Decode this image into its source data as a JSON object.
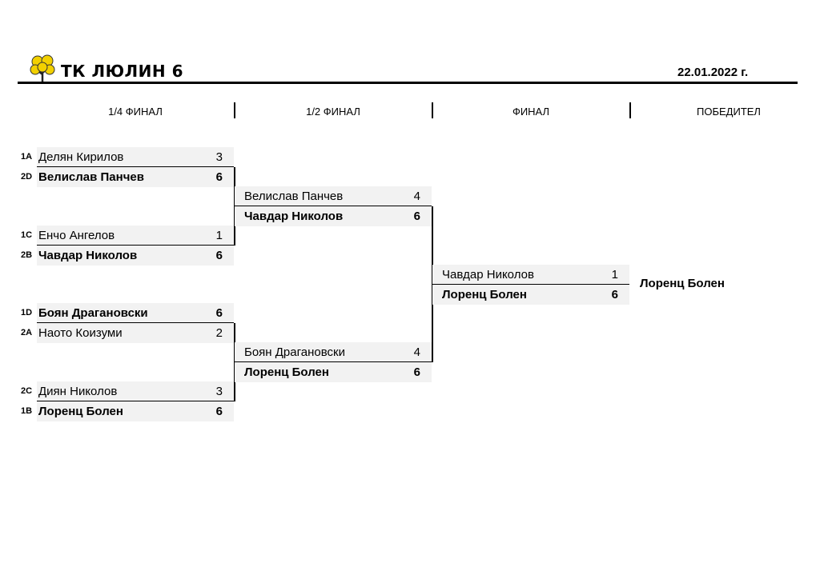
{
  "header": {
    "club_name": "ТК ЛЮЛИН 6",
    "date": "22.01.2022 г.",
    "logo_icon": "tree-logo-icon",
    "logo_color": "#f2d000"
  },
  "rounds": [
    "1/4 ФИНАЛ",
    "1/2 ФИНАЛ",
    "ФИНАЛ",
    "ПОБЕДИТЕЛ"
  ],
  "quarterfinals": [
    {
      "a": {
        "seed": "1A",
        "name": "Делян Кирилов",
        "score": "3"
      },
      "b": {
        "seed": "2D",
        "name": "Велислав Панчев",
        "score": "6"
      }
    },
    {
      "a": {
        "seed": "1C",
        "name": "Енчо Ангелов",
        "score": "1"
      },
      "b": {
        "seed": "2B",
        "name": "Чавдар Николов",
        "score": "6"
      }
    },
    {
      "a": {
        "seed": "1D",
        "name": "Боян Драгановски",
        "score": "6"
      },
      "b": {
        "seed": "2A",
        "name": "Наото Коизуми",
        "score": "2"
      }
    },
    {
      "a": {
        "seed": "2C",
        "name": "Диян Николов",
        "score": "3"
      },
      "b": {
        "seed": "1B",
        "name": "Лоренц Болен",
        "score": "6"
      }
    }
  ],
  "semifinals": [
    {
      "a": {
        "name": "Велислав Панчев",
        "score": "4"
      },
      "b": {
        "name": "Чавдар Николов",
        "score": "6"
      }
    },
    {
      "a": {
        "name": "Боян Драгановски",
        "score": "4"
      },
      "b": {
        "name": "Лоренц Болен",
        "score": "6"
      }
    }
  ],
  "final": {
    "a": {
      "name": "Чавдар Николов",
      "score": "1"
    },
    "b": {
      "name": "Лоренц Болен",
      "score": "6"
    }
  },
  "winner": "Лоренц Болен"
}
